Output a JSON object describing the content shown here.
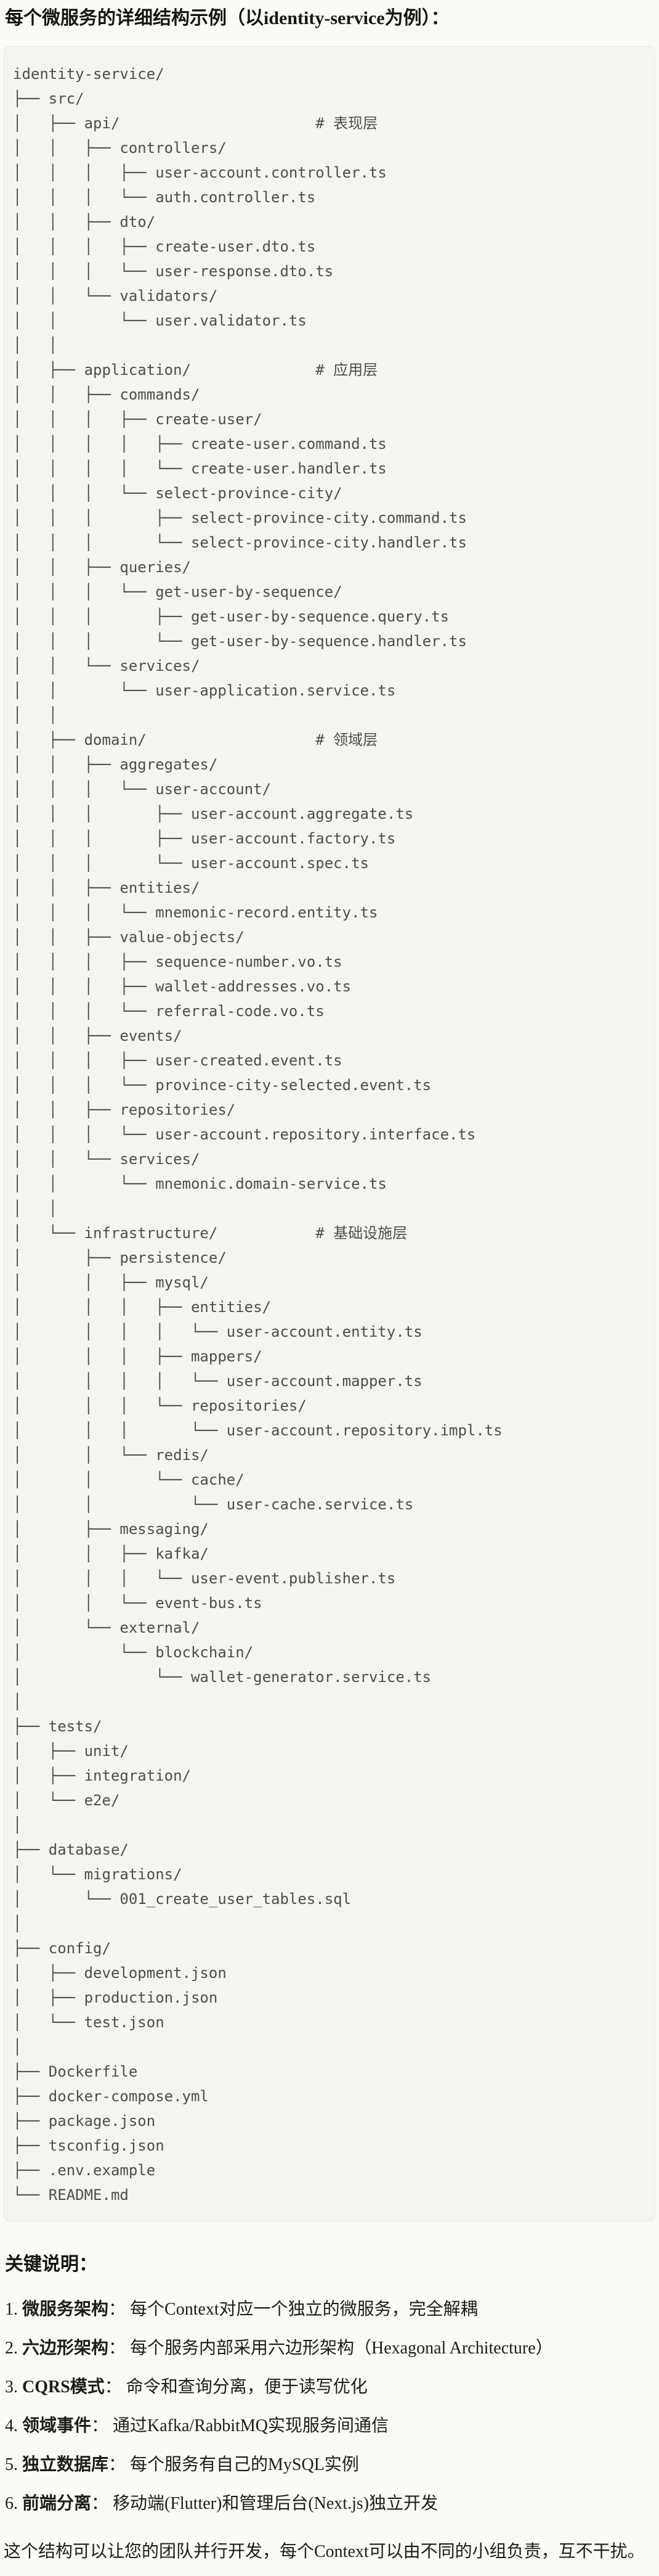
{
  "title": "每个微服务的详细结构示例（以identity-service为例）：",
  "tree": {
    "lines": [
      "identity-service/",
      "├── src/",
      "│   ├── api/                      # 表现层",
      "│   │   ├── controllers/",
      "│   │   │   ├── user-account.controller.ts",
      "│   │   │   └── auth.controller.ts",
      "│   │   ├── dto/",
      "│   │   │   ├── create-user.dto.ts",
      "│   │   │   └── user-response.dto.ts",
      "│   │   └── validators/",
      "│   │       └── user.validator.ts",
      "│   │",
      "│   ├── application/              # 应用层",
      "│   │   ├── commands/",
      "│   │   │   ├── create-user/",
      "│   │   │   │   ├── create-user.command.ts",
      "│   │   │   │   └── create-user.handler.ts",
      "│   │   │   └── select-province-city/",
      "│   │   │       ├── select-province-city.command.ts",
      "│   │   │       └── select-province-city.handler.ts",
      "│   │   ├── queries/",
      "│   │   │   └── get-user-by-sequence/",
      "│   │   │       ├── get-user-by-sequence.query.ts",
      "│   │   │       └── get-user-by-sequence.handler.ts",
      "│   │   └── services/",
      "│   │       └── user-application.service.ts",
      "│   │",
      "│   ├── domain/                   # 领域层",
      "│   │   ├── aggregates/",
      "│   │   │   └── user-account/",
      "│   │   │       ├── user-account.aggregate.ts",
      "│   │   │       ├── user-account.factory.ts",
      "│   │   │       └── user-account.spec.ts",
      "│   │   ├── entities/",
      "│   │   │   └── mnemonic-record.entity.ts",
      "│   │   ├── value-objects/",
      "│   │   │   ├── sequence-number.vo.ts",
      "│   │   │   ├── wallet-addresses.vo.ts",
      "│   │   │   └── referral-code.vo.ts",
      "│   │   ├── events/",
      "│   │   │   ├── user-created.event.ts",
      "│   │   │   └── province-city-selected.event.ts",
      "│   │   ├── repositories/",
      "│   │   │   └── user-account.repository.interface.ts",
      "│   │   └── services/",
      "│   │       └── mnemonic.domain-service.ts",
      "│   │",
      "│   └── infrastructure/           # 基础设施层",
      "│       ├── persistence/",
      "│       │   ├── mysql/",
      "│       │   │   ├── entities/",
      "│       │   │   │   └── user-account.entity.ts",
      "│       │   │   ├── mappers/",
      "│       │   │   │   └── user-account.mapper.ts",
      "│       │   │   └── repositories/",
      "│       │   │       └── user-account.repository.impl.ts",
      "│       │   └── redis/",
      "│       │       └── cache/",
      "│       │           └── user-cache.service.ts",
      "│       ├── messaging/",
      "│       │   ├── kafka/",
      "│       │   │   └── user-event.publisher.ts",
      "│       │   └── event-bus.ts",
      "│       └── external/",
      "│           └── blockchain/",
      "│               └── wallet-generator.service.ts",
      "│",
      "├── tests/",
      "│   ├── unit/",
      "│   ├── integration/",
      "│   └── e2e/",
      "│",
      "├── database/",
      "│   └── migrations/",
      "│       └── 001_create_user_tables.sql",
      "│",
      "├── config/",
      "│   ├── development.json",
      "│   ├── production.json",
      "│   └── test.json",
      "│",
      "├── Dockerfile",
      "├── docker-compose.yml",
      "├── package.json",
      "├── tsconfig.json",
      "├── .env.example",
      "└── README.md"
    ]
  },
  "notes": {
    "heading": "关键说明：",
    "items": [
      {
        "num": "1.",
        "term": "微服务架构",
        "desc": "： 每个Context对应一个独立的微服务，完全解耦"
      },
      {
        "num": "2.",
        "term": "六边形架构",
        "desc": "： 每个服务内部采用六边形架构（Hexagonal Architecture）"
      },
      {
        "num": "3.",
        "term": "CQRS模式",
        "desc": "： 命令和查询分离，便于读写优化"
      },
      {
        "num": "4.",
        "term": "领域事件",
        "desc": "： 通过Kafka/RabbitMQ实现服务间通信"
      },
      {
        "num": "5.",
        "term": "独立数据库",
        "desc": "： 每个服务有自己的MySQL实例"
      },
      {
        "num": "6.",
        "term": "前端分离",
        "desc": "： 移动端(Flutter)和管理后台(Next.js)独立开发"
      }
    ],
    "footer": "这个结构可以让您的团队并行开发，每个Context可以由不同的小组负责，互不干扰。"
  }
}
